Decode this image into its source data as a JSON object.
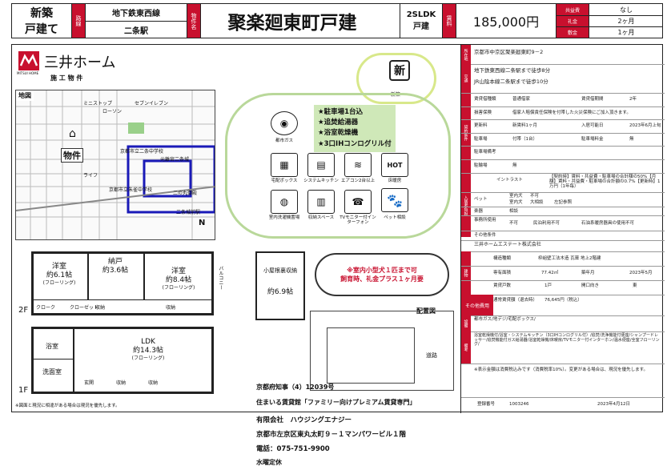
{
  "header": {
    "type_line1": "新築",
    "type_line2": "戸建て",
    "line_label": "路線",
    "line_name": "地下鉄東西線",
    "station_label": "駅",
    "station_name": "二条駅",
    "name_label": "物件名",
    "property_name": "聚楽廻東町戸建",
    "layout_line1": "2SLDK",
    "layout_line2": "戸建",
    "rent_label": "賃料",
    "rent": "185,000円",
    "fee_labels": [
      "共益費",
      "礼金",
      "敷金"
    ],
    "fee_values": [
      "なし",
      "2ヶ月",
      "1ヶ月"
    ]
  },
  "brand": {
    "logo_sub": "MITSUI HOME",
    "name": "三井ホーム",
    "construction": "施 工 物 件"
  },
  "map": {
    "title": "地図",
    "labels": [
      "ミニストップ",
      "セブンイレブン",
      "ローソン",
      "京都市立二条中学校",
      "元離宮二条城",
      "二の丸御殿",
      "ライフ",
      "京都市立朱雀中学校",
      "二条城前駅",
      "物件",
      "N"
    ]
  },
  "new_badge": {
    "char": "新",
    "label": "新築"
  },
  "features": {
    "highlights": [
      "★駐車場1台込",
      "★追焚給湯器",
      "★浴室乾燥機",
      "★3口IHコンログリル付"
    ],
    "icons": [
      {
        "name": "gas-icon",
        "label": "都市ガス"
      },
      {
        "name": "delivery-box-icon",
        "label": "宅配ボックス"
      },
      {
        "name": "kitchen-icon",
        "label": "システムキッチン"
      },
      {
        "name": "aircon-icon",
        "label": "エアコン2台以上"
      },
      {
        "name": "floor-heating-icon",
        "label": "床暖房"
      },
      {
        "name": "washer-icon",
        "label": "室内洗濯機置場"
      },
      {
        "name": "storage-icon",
        "label": "収納スペース"
      },
      {
        "name": "intercom-icon",
        "label": "TVモニター付インターフォン"
      },
      {
        "name": "pet-icon",
        "label": "ペット相談"
      }
    ]
  },
  "pet_note": {
    "line1": "※室内小型犬１匹まで可",
    "line2": "飼育時、礼金プラス１ヶ月要"
  },
  "floorplan": {
    "rooms_2f": [
      "洋室",
      "約6.1帖",
      "(フローリング)",
      "納戸",
      "約3.6帖",
      "洋室",
      "約8.4帖",
      "(フローリング)",
      "クローク",
      "クローゼット",
      "収納",
      "収納",
      "バルコニー"
    ],
    "floor_2f": "2F",
    "attic": [
      "小屋根裏収納",
      "約6.9帖"
    ],
    "rooms_1f": [
      "LDK",
      "約14.3帖",
      "(フローリング)",
      "浴室",
      "洗面室",
      "玄関",
      "収納",
      "収納"
    ],
    "floor_1f": "1F",
    "site_label": "配置図",
    "road": "道路",
    "note": "※図面と現況に相違がある場合は現況を優先します。"
  },
  "agent": {
    "license": "京都府知事（4）12039号",
    "slogan": "住まいる賃貸館「ファミリー向けプレミアム賃貸専門」",
    "company": "有限会社　ハウジングエナジー",
    "address": "京都市左京区東丸太町９－１マンパワービル１階",
    "tel": "電話：075-751-9900",
    "holiday": "水曜定休"
  },
  "details": {
    "sec_location": "所在地",
    "address": "京都市中京区聚楽廻東町9－2",
    "sec_transport": "交通",
    "transport1": "地下鉄東西線二条駅まで徒歩8分",
    "transport2": "JR山陰本線二条駅まで徒歩10分",
    "sec_terms": "契約条件",
    "rows": [
      [
        "賃貸借種類",
        "普通借家",
        "賃貸借期間",
        "2年"
      ],
      [
        "損害保険",
        "借家人賠償責任保険を付帯した火災保険にご加入頂きます。",
        "",
        ""
      ],
      [
        "更新料",
        "新賃料1ヶ月",
        "入居可能日",
        "2023年6月上旬"
      ],
      [
        "駐車場",
        "付帯（1台）",
        "駐車場料金",
        "無"
      ],
      [
        "駐車場備考",
        "",
        "",
        ""
      ],
      [
        "駐輪場",
        "無",
        "",
        ""
      ]
    ],
    "guarantee_sec": "入居者負担",
    "guarantee_label": "イントラスト",
    "guarantee_text": "【契約時】賃料・共益費・駐車場の合計額の50%【月額】賃料・共益費・駐車場の合計額の0.7%【更新時】1万円（1年毎）",
    "pet_row": [
      "ペット",
      "室内犬",
      "不可",
      "室内犬",
      "大相談",
      "左記参照"
    ],
    "rows2": [
      [
        "楽器",
        "相談"
      ],
      [
        "事務所使用",
        "不可",
        "民泊利用不可",
        "石油系暖房器具の使用不可"
      ],
      [
        "その他条件",
        ""
      ]
    ],
    "manager": "三井ホームエステート株式会社",
    "sec_building": "建物",
    "structure_label": "構造種類",
    "structure": "枠組壁工法木造 瓦葺 地上2階建",
    "area_label": "専有面積",
    "area": "77.42㎡",
    "built_label": "築年月",
    "built": "2023年5月",
    "units_label": "賃貸戸数",
    "units": "1戸",
    "kitchen_label": "開口向き",
    "kitchen": "東",
    "total_label": "通常賃貸額（退去時）",
    "total": "76,645円（税込）",
    "sec_other": "その他費用",
    "sec_facility": "設備",
    "facility_line": "都市ガス/地デジ/宅配ボックス/",
    "sec_detail": "備考",
    "detail_text": "浴室乾燥機付/浴室・システムキッチン（3口IHコンログリル付）/追焚/洗浄機能付便座/シャンプードレッサー/追焚機能付ガス給湯器/浴室乾燥機/床暖房/TVモニター付インターホン/温水便座/全室フローリング/",
    "note_text": "※表示金額は消費税込みです（消費税率10%）。変更がある場合は、現況を優先します。",
    "reg_label": "登録番号",
    "reg_no": "1003246",
    "reg_date": "2023年4月12日"
  }
}
